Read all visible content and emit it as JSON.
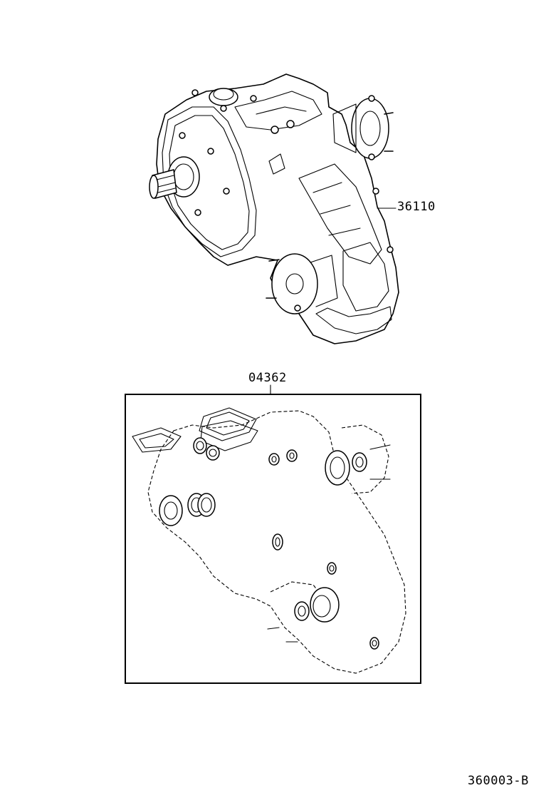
{
  "callouts": {
    "transfer_assembly": "36110",
    "gasket_kit": "04362",
    "figure_code": "360003-B"
  },
  "colors": {
    "line": "#000000",
    "background": "#ffffff"
  }
}
